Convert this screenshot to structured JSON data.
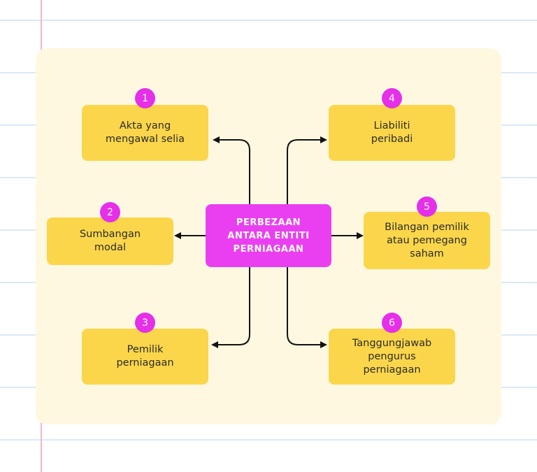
{
  "center": {
    "label": "PERBEZAAN\nANTARA ENTITI\nPERNIAGAAN"
  },
  "items": [
    {
      "number": "1",
      "label": "Akta yang\nmengawal selia"
    },
    {
      "number": "2",
      "label": "Sumbangan\nmodal"
    },
    {
      "number": "3",
      "label": "Pemilik\nperniagaan"
    },
    {
      "number": "4",
      "label": "Liabiliti\nperibadi"
    },
    {
      "number": "5",
      "label": "Bilangan pemilik\natau pemegang\nsaham"
    },
    {
      "number": "6",
      "label": "Tanggungjawab\npengurus\nperniagaan"
    }
  ],
  "colors": {
    "panel": "#fff8e1",
    "box": "#fbd64a",
    "center": "#ea3ff0",
    "badge": "#e52fe8",
    "connector": "#111111"
  }
}
